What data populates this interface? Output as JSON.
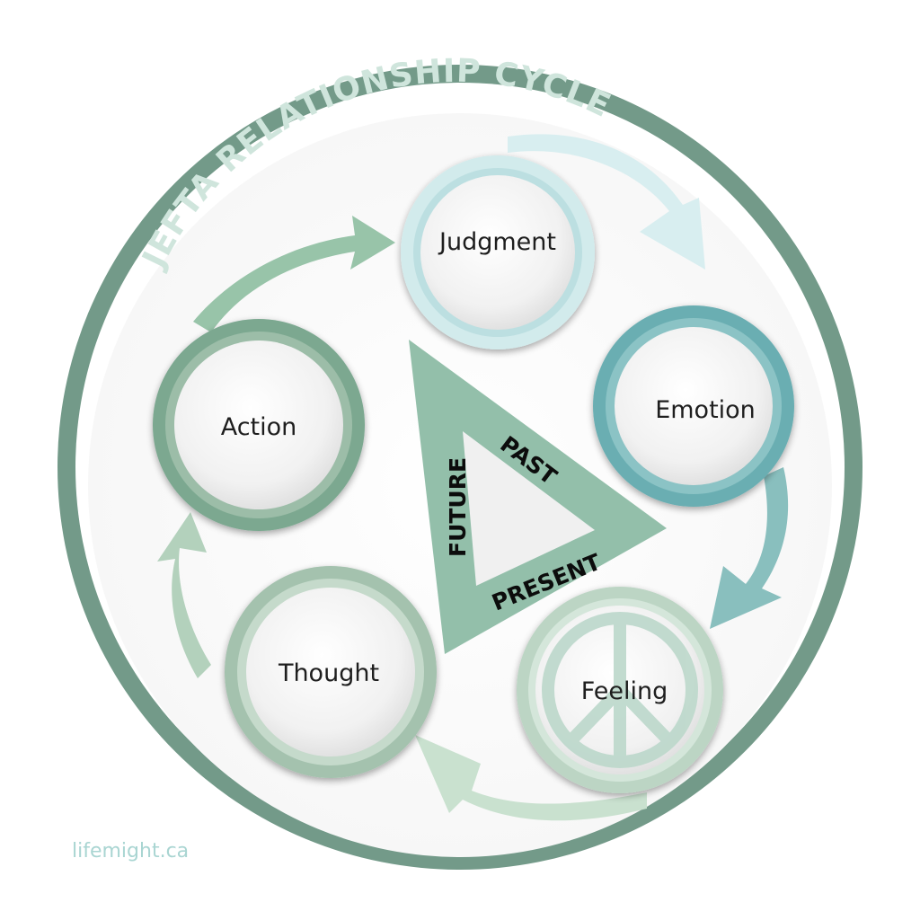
{
  "title": "JEFTA RELATIONSHIP CYCLE",
  "nodes": {
    "judgment": "Judgment",
    "emotion": "Emotion",
    "feeling": "Feeling",
    "thought": "Thought",
    "action": "Action"
  },
  "triangle": {
    "past": "PAST",
    "present": "PRESENT",
    "future": "FUTURE"
  },
  "credit": "lifemight.ca",
  "colors": {
    "outer_ring": "#739a89",
    "judgment_ring": "#d2ebec",
    "emotion_ring": "#6aaeb2",
    "feeling_ring": "#bcd5c4",
    "thought_ring": "#a4c2ae",
    "action_ring": "#7ba890",
    "triangle": "#93bfaa"
  }
}
